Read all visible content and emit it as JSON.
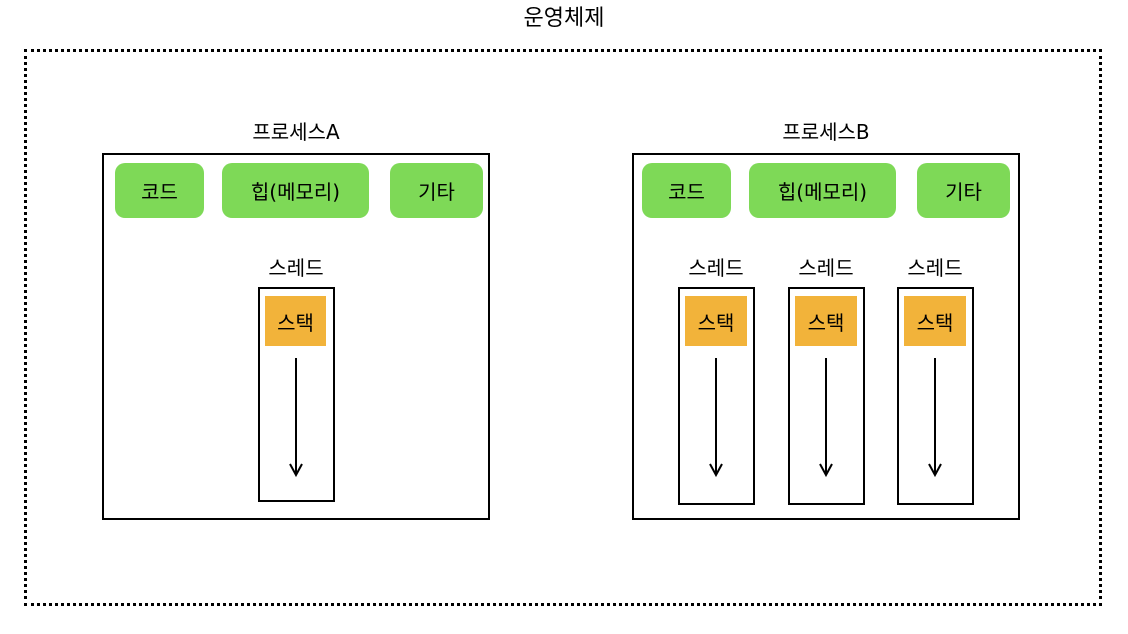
{
  "os": {
    "label": "운영체제"
  },
  "processes": [
    {
      "label": "프로세스A",
      "segments": [
        "코드",
        "힙(메모리)",
        "기타"
      ],
      "threads": [
        {
          "label": "스레드",
          "stack_label": "스택"
        }
      ]
    },
    {
      "label": "프로세스B",
      "segments": [
        "코드",
        "힙(메모리)",
        "기타"
      ],
      "threads": [
        {
          "label": "스레드",
          "stack_label": "스택"
        },
        {
          "label": "스레드",
          "stack_label": "스택"
        },
        {
          "label": "스레드",
          "stack_label": "스택"
        }
      ]
    }
  ],
  "colors": {
    "segment_fill": "#7ed957",
    "stack_fill": "#f2b33a",
    "border": "#000000"
  }
}
